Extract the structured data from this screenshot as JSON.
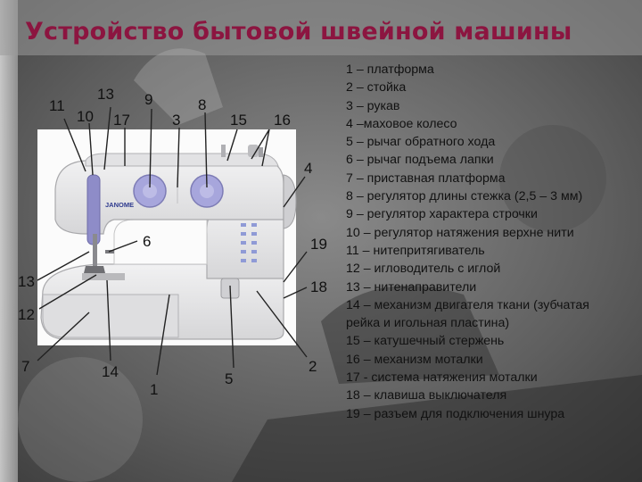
{
  "title": "Устройство бытовой швейной машины",
  "brand": "JANOME",
  "colors": {
    "title": "#8c1540",
    "machine_body": "#e9e9ea",
    "dial": "#a7a6dc",
    "accent_strip": "#8e8cc8",
    "leader": "#222222"
  },
  "callouts": [
    "11",
    "13",
    "9",
    "8",
    "10",
    "17",
    "3",
    "15",
    "16",
    "4",
    "6",
    "19",
    "13",
    "18",
    "12",
    "7",
    "14",
    "1",
    "5",
    "2"
  ],
  "legend": [
    "1 – платформа",
    "2 – стойка",
    "3 – рукав",
    "4 –маховое колесо",
    "5 – рычаг обратного хода",
    "6 – рычаг подъема лапки",
    "7 – приставная платформа",
    "8 – регулятор длины стежка (2,5 – 3 мм)",
    "9 – регулятор характера строчки",
    "10 – регулятор натяжения верхне нити",
    "11 – нитепритягиватель",
    "12 – игловодитель с иглой",
    "13 – нитенаправители",
    "14 – механизм двигателя ткани (зубчатая рейка и игольная пластина)",
    "15 – катушечный стержень",
    "16 – механизм моталки",
    " 17 - система натяжения моталки",
    "18 – клавиша выключателя",
    "19 – разъем для подключения шнура"
  ]
}
